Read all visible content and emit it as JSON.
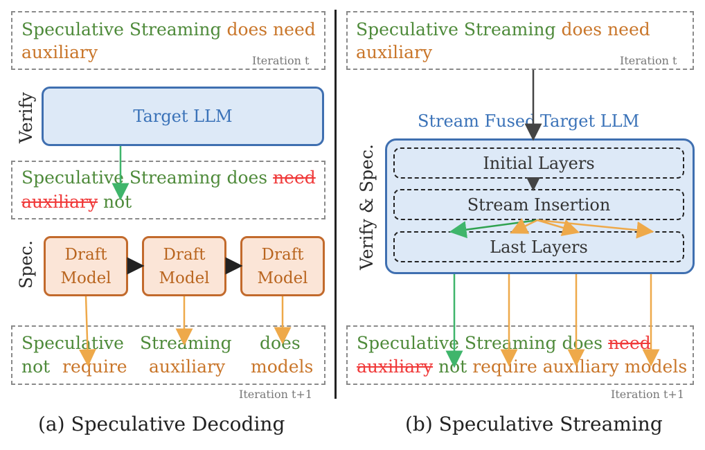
{
  "left": {
    "top_box": {
      "words": [
        {
          "t": "Speculative",
          "c": "g"
        },
        {
          "t": "Streaming",
          "c": "g"
        },
        {
          "t": "does",
          "c": "o"
        },
        {
          "t": "need",
          "c": "o"
        }
      ],
      "line2": [
        {
          "t": "auxiliary",
          "c": "o"
        }
      ],
      "iteration": "Iteration t"
    },
    "verify_label": "Verify",
    "target_label": "Target LLM",
    "mid_box": {
      "line1": [
        {
          "t": "Speculative",
          "c": "g"
        },
        {
          "t": "Streaming",
          "c": "g"
        },
        {
          "t": "does",
          "c": "g"
        },
        {
          "t": "need",
          "c": "r"
        }
      ],
      "line2": [
        {
          "t": "auxiliary",
          "c": "r"
        },
        {
          "t": "not",
          "c": "g"
        }
      ]
    },
    "spec_label": "Spec.",
    "draft_models": [
      "Draft\nModel",
      "Draft\nModel",
      "Draft\nModel"
    ],
    "bottom_box": {
      "col1": [
        "Speculative",
        "not",
        "require"
      ],
      "col2": [
        "Streaming",
        "auxiliary"
      ],
      "col3": [
        "does",
        "models"
      ],
      "iteration": "Iteration t+1"
    },
    "caption": "(a) Speculative Decoding"
  },
  "right": {
    "top_box": {
      "line1": [
        {
          "t": "Speculative",
          "c": "g"
        },
        {
          "t": "Streaming",
          "c": "g"
        },
        {
          "t": "does",
          "c": "o"
        },
        {
          "t": "need",
          "c": "o"
        }
      ],
      "line2": [
        {
          "t": "auxiliary",
          "c": "o"
        }
      ],
      "iteration": "Iteration t"
    },
    "model_title_left": "Stream Fused",
    "model_title_right": "Target LLM",
    "side_label": "Verify & Spec.",
    "layers": [
      "Initial Layers",
      "Stream Insertion",
      "Last Layers"
    ],
    "bottom_box": {
      "line1": [
        {
          "t": "Speculative",
          "c": "g"
        },
        {
          "t": "Streaming",
          "c": "g"
        },
        {
          "t": "does",
          "c": "g"
        },
        {
          "t": "need",
          "c": "r"
        }
      ],
      "line2": [
        {
          "t": "auxiliary",
          "c": "r"
        },
        {
          "t": "not",
          "c": "g"
        },
        {
          "t": "require",
          "c": "o"
        },
        {
          "t": "auxiliary",
          "c": "o"
        },
        {
          "t": "models",
          "c": "o"
        }
      ],
      "iteration": "Iteration t+1"
    },
    "caption": "(b) Speculative Streaming"
  },
  "colors": {
    "green": "#4e8a3a",
    "orange": "#c9762a",
    "red": "#f03a3a",
    "blue": "#3a72b8",
    "arrow_green": "#3fb56b",
    "arrow_orange": "#eea94a"
  }
}
